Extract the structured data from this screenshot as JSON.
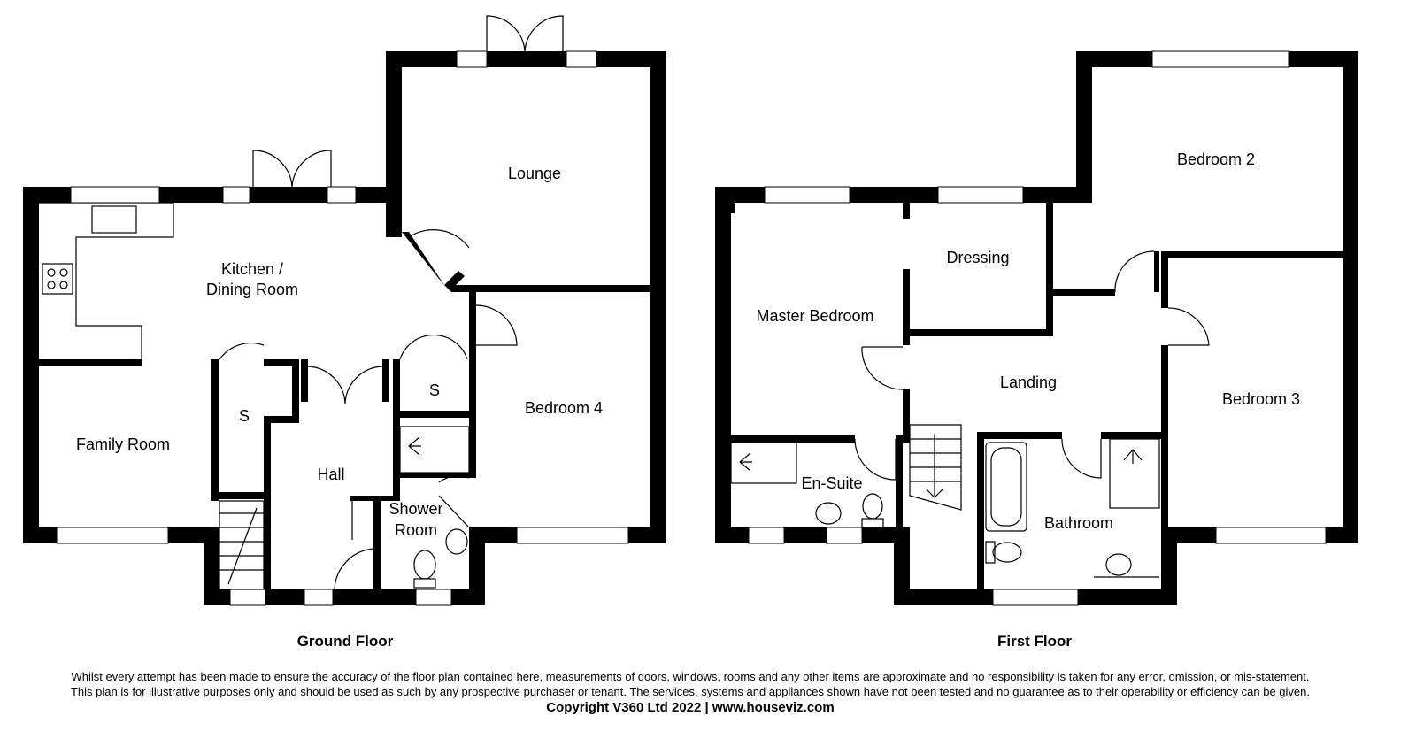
{
  "ground_floor": {
    "title": "Ground Floor",
    "rooms": {
      "kitchen_line1": "Kitchen /",
      "kitchen_line2": "Dining Room",
      "lounge": "Lounge",
      "family_room": "Family Room",
      "storage_left": "S",
      "storage_right": "S",
      "hall": "Hall",
      "shower_line1": "Shower",
      "shower_line2": "Room",
      "bedroom4": "Bedroom 4"
    }
  },
  "first_floor": {
    "title": "First Floor",
    "rooms": {
      "master": "Master Bedroom",
      "dressing": "Dressing",
      "bedroom2": "Bedroom 2",
      "bedroom3": "Bedroom 3",
      "landing": "Landing",
      "ensuite": "En-Suite",
      "bathroom": "Bathroom"
    }
  },
  "footer": {
    "disclaimer_line1": "Whilst every attempt has been made to ensure the accuracy of the floor plan contained here, measurements of doors, windows, rooms and any other items are approximate and no responsibility is taken for any error, omission, or mis-statement.",
    "disclaimer_line2": "This plan is for illustrative purposes only and should be used as such by any prospective purchaser or tenant. The services, systems and appliances shown have not been tested and no guarantee as to their operability or efficiency can be given.",
    "copyright": "Copyright V360 Ltd 2022 | www.houseviz.com"
  }
}
